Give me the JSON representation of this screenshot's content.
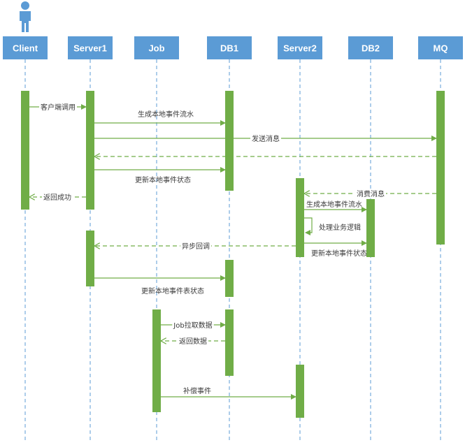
{
  "participants": [
    "Client",
    "Server1",
    "Job",
    "DB1",
    "Server2",
    "DB2",
    "MQ"
  ],
  "messages": {
    "client_call": "客户端调用",
    "gen_flow_db1": "生成本地事件流水",
    "send_msg": "发送消息",
    "update_status_db1": "更新本地事件状态",
    "return_success": "返回成功",
    "consume_msg": "消费消息",
    "gen_flow_db2": "生成本地事件流水",
    "process_logic": "处理业务逻辑",
    "update_status_db2": "更新本地事件状态",
    "async_callback": "异步回调",
    "update_table_status": "更新本地事件表状态",
    "job_pull": "Job拉取数据",
    "return_data": "返回数据",
    "compensate": "补偿事件"
  },
  "colors": {
    "header": "#5b9bd5",
    "activation": "#70ad47",
    "arrow": "#70ad47",
    "lifeline": "#5b9bd5",
    "actor": "#5b9bd5"
  }
}
